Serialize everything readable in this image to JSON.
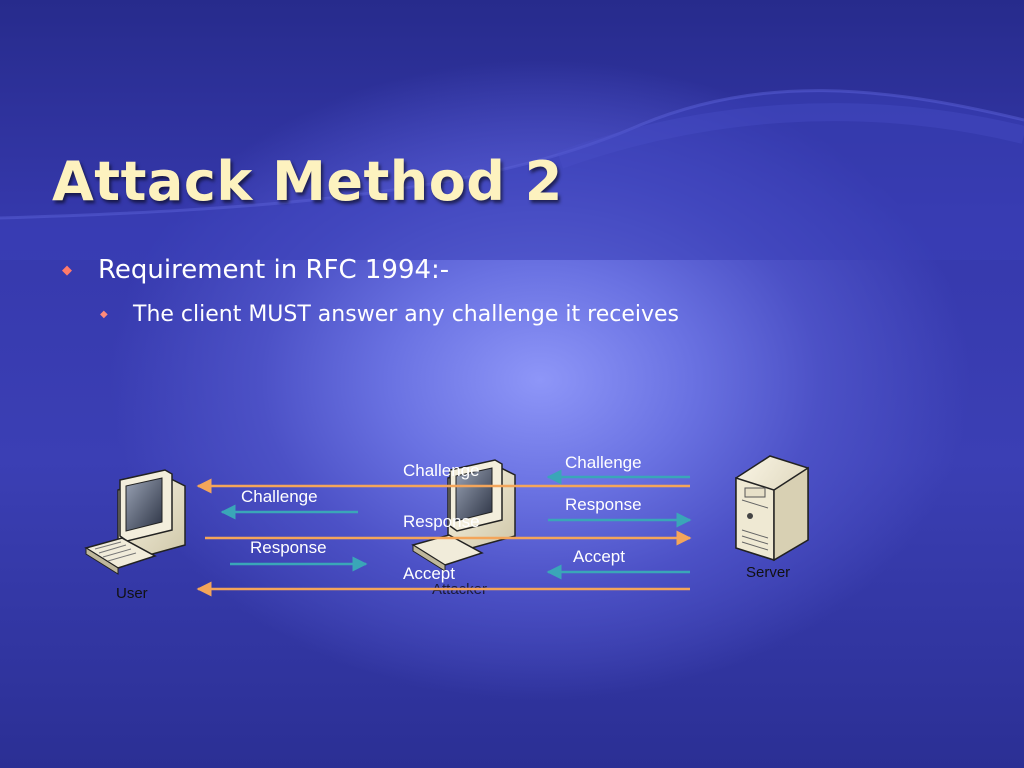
{
  "slide": {
    "title": "Attack Method 2",
    "bullets": [
      {
        "text": "Requirement in RFC 1994:-",
        "marker": "diamond"
      },
      {
        "text": "The client MUST answer any challenge it receives",
        "marker": "small-diamond"
      }
    ]
  },
  "diagram": {
    "nodes": {
      "user": "User",
      "attacker": "Attacker",
      "server": "Server"
    },
    "user_attacker_messages": [
      "Challenge",
      "Response"
    ],
    "attacker_server_messages": [
      "Challenge",
      "Response",
      "Accept"
    ],
    "relay_messages": [
      "Challenge",
      "Response",
      "Accept"
    ],
    "colors": {
      "teal_arrow": "#3aa6b8",
      "orange_arrow": "#f4a55a",
      "text": "#ffffff",
      "title": "#fdf2bf",
      "bullet": "#ff7a6a"
    }
  }
}
